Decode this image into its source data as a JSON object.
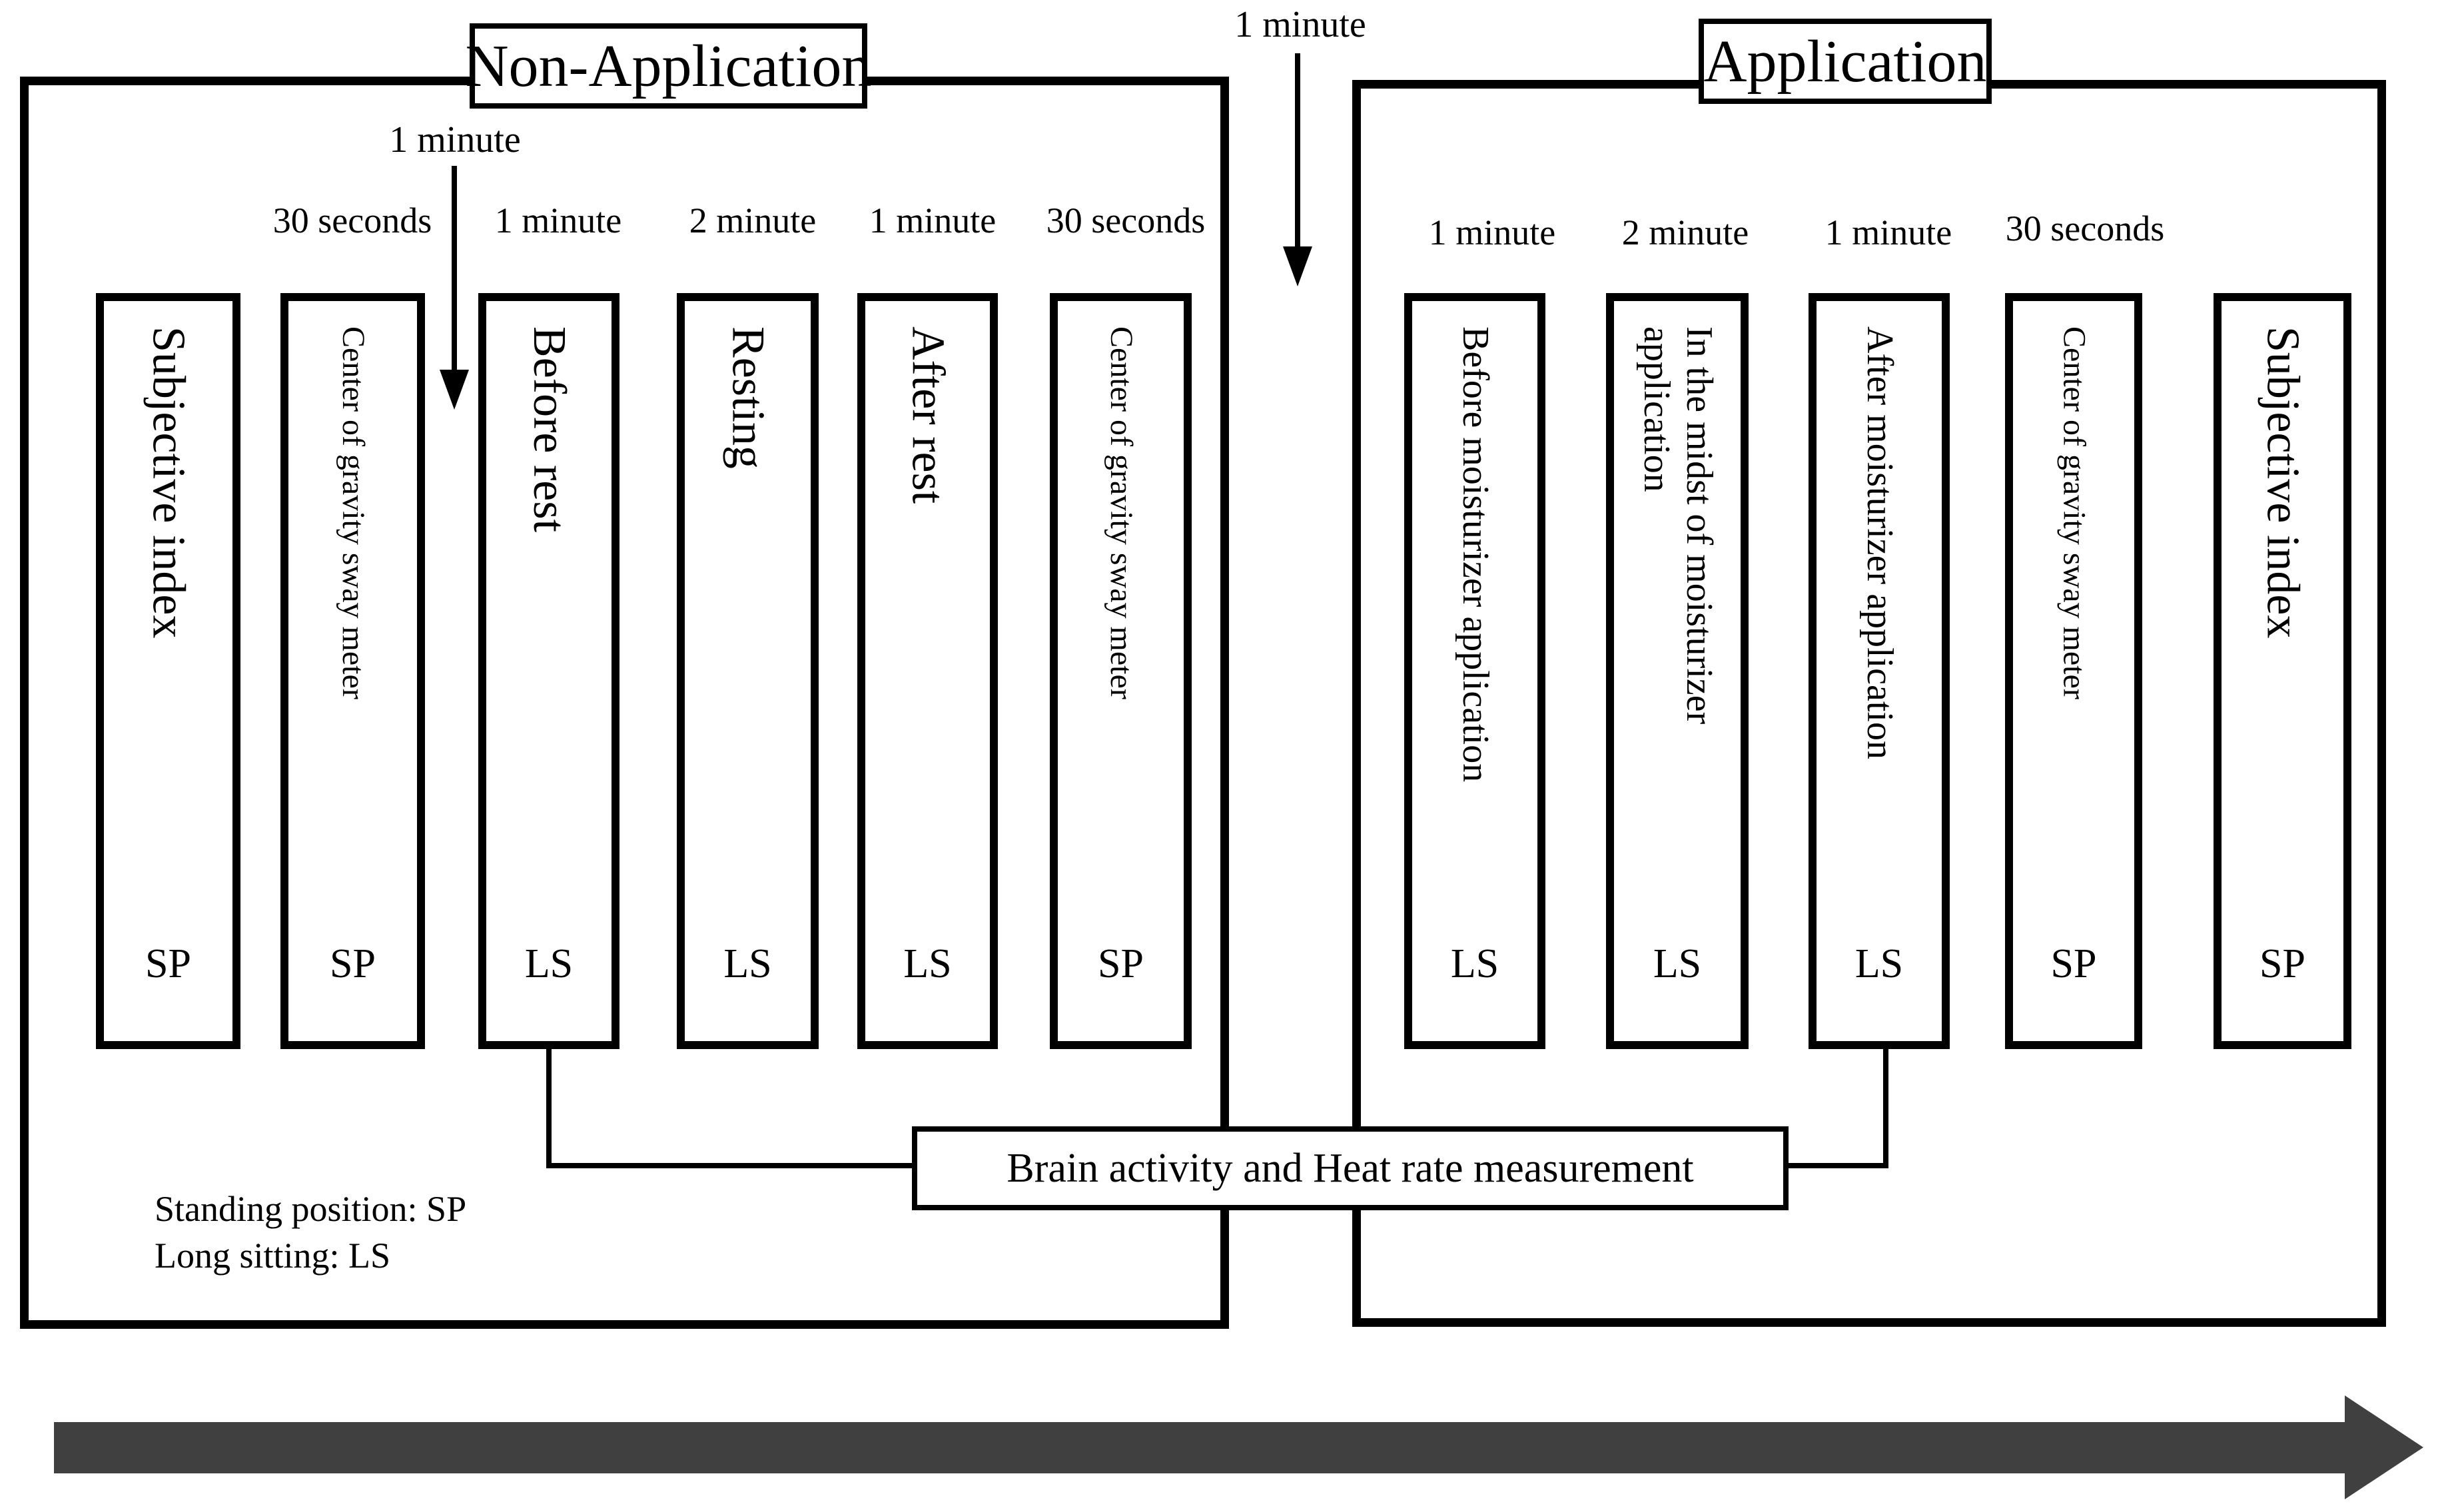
{
  "colors": {
    "ink": "#000000",
    "timeline_arrow": "#404040",
    "background": "#ffffff"
  },
  "top_timer": {
    "label": "1 minute"
  },
  "left_timer": {
    "label": "1 minute"
  },
  "non_application": {
    "title": "Non-Application",
    "steps": [
      {
        "label": "Subjective index",
        "duration": "",
        "position": "SP"
      },
      {
        "label": "Center of gravity sway meter",
        "duration": "30 seconds",
        "position": "SP"
      },
      {
        "label": "Before rest",
        "duration": "1 minute",
        "position": "LS"
      },
      {
        "label": "Resting",
        "duration": "2 minute",
        "position": "LS"
      },
      {
        "label": "After rest",
        "duration": "1 minute",
        "position": "LS"
      },
      {
        "label": "Center of gravity sway meter",
        "duration": "30 seconds",
        "position": "SP"
      }
    ]
  },
  "application": {
    "title": "Application",
    "steps": [
      {
        "label": "Before moisturizer application",
        "duration": "1 minute",
        "position": "LS"
      },
      {
        "label": "In the midst of moisturizer application",
        "duration": "2 minute",
        "position": "LS"
      },
      {
        "label": "After moisturizer application",
        "duration": "1 minute",
        "position": "LS"
      },
      {
        "label": "Center of gravity sway meter",
        "duration": "30 seconds",
        "position": "SP"
      },
      {
        "label": "Subjective index",
        "duration": "",
        "position": "SP"
      }
    ]
  },
  "measurement": {
    "label": "Brain activity and Heat rate measurement"
  },
  "legend": {
    "line1": "Standing position: SP",
    "line2": "Long sitting: LS"
  }
}
